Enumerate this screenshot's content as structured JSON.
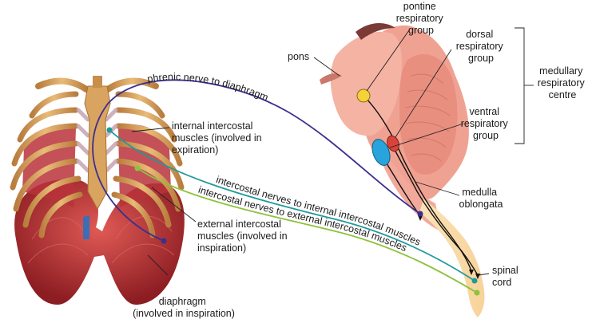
{
  "labels": {
    "pons": "pons",
    "pontine_group": [
      "pontine",
      "respiratory",
      "group"
    ],
    "dorsal_group": [
      "dorsal",
      "respiratory",
      "group"
    ],
    "ventral_group": [
      "ventral",
      "respiratory",
      "group"
    ],
    "medullary_centre": [
      "medullary",
      "respiratory",
      "centre"
    ],
    "medulla": [
      "medulla",
      "oblongata"
    ],
    "spinal_cord": [
      "spinal",
      "cord"
    ],
    "internal_intercostal": [
      "internal intercostal",
      "muscles (involved in",
      "expiration)"
    ],
    "external_intercostal": [
      "external intercostal",
      "muscles (involved in",
      "inspiration)"
    ],
    "diaphragm": [
      "diaphragm",
      "(involved in inspiration)"
    ]
  },
  "nerves": {
    "phrenic": "phrenic nerve to diaphragm",
    "internal": "intercostal nerves to internal intercostal muscles",
    "external": "intercostal nerves to external intercostal muscles"
  },
  "colors": {
    "phrenic": "#3b2f8f",
    "internal": "#1f9a9a",
    "external": "#8dc23b",
    "pontine_dot": "#f5d13a",
    "dorsal_dot": "#d9433a",
    "ventral_dot": "#29a3dc",
    "brainstem": "#f2a89a",
    "rib": "#d9a460",
    "muscle": "#b3262d"
  }
}
